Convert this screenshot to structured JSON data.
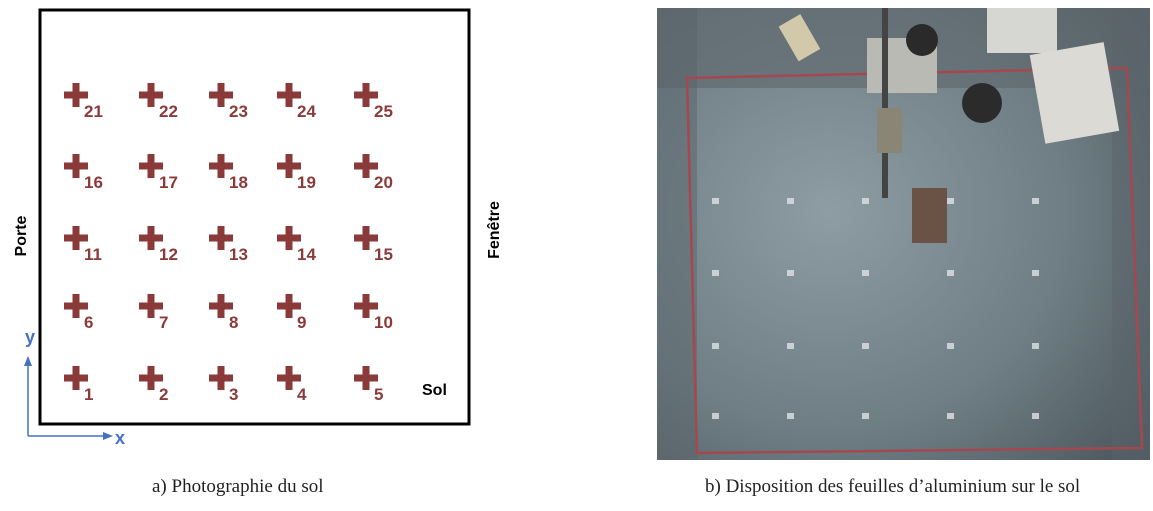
{
  "panel_a": {
    "labels": {
      "left": "Porte",
      "right": "Fenêtre",
      "floor": "Sol",
      "y_axis": "y",
      "x_axis": "x"
    },
    "grid": {
      "rows": [
        [
          "21",
          "22",
          "23",
          "24",
          "25"
        ],
        [
          "16",
          "17",
          "18",
          "19",
          "20"
        ],
        [
          "11",
          "12",
          "13",
          "14",
          "15"
        ],
        [
          "6",
          "7",
          "8",
          "9",
          "10"
        ],
        [
          "1",
          "2",
          "3",
          "4",
          "5"
        ]
      ]
    },
    "colors": {
      "cross": "#8b3a3a",
      "axis": "#4472c4",
      "border": "#000000"
    },
    "caption": "a)  Photographie du sol"
  },
  "panel_b": {
    "image_description": "overhead-room-photo",
    "caption": "b)  Disposition des feuilles d’aluminium sur le sol"
  }
}
